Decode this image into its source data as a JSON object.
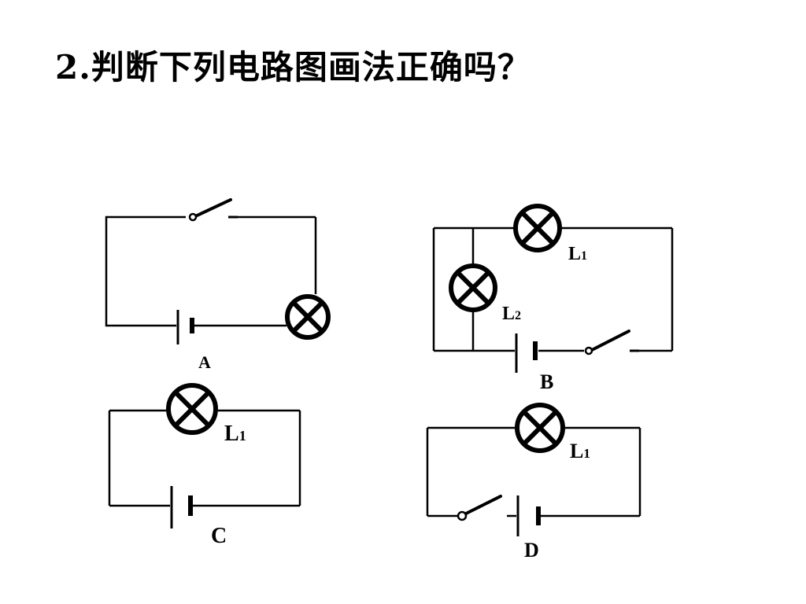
{
  "title": "2.判断下列电路图画法正确吗？",
  "circuits": {
    "a": {
      "name": "A"
    },
    "b": {
      "name": "B",
      "lamp1_letter": "L",
      "lamp1_index": "1",
      "lamp2_letter": "L",
      "lamp2_index": "2"
    },
    "c": {
      "name": "C",
      "lamp_letter": "L",
      "lamp_index": "1"
    },
    "d": {
      "name": "D",
      "lamp_letter": "L",
      "lamp_index": "1"
    }
  },
  "icons": [
    "lamp-icon",
    "battery-icon",
    "switch-icon"
  ]
}
